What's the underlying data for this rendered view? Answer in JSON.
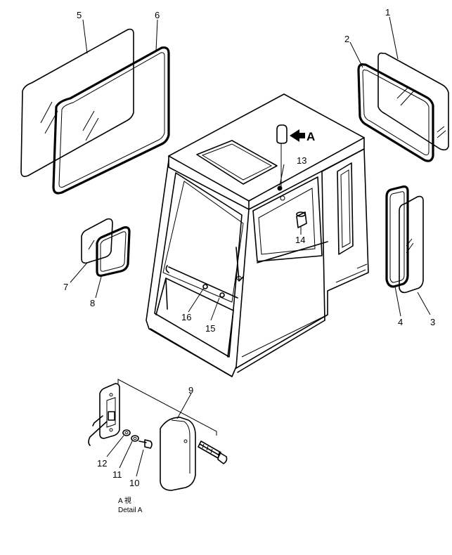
{
  "callouts": {
    "c1": "1",
    "c2": "2",
    "c3": "3",
    "c4": "4",
    "c5": "5",
    "c6": "6",
    "c7": "7",
    "c8": "8",
    "c9": "9",
    "c10": "10",
    "c11": "11",
    "c12": "12",
    "c13": "13",
    "c14": "14",
    "c15": "15",
    "c16": "16"
  },
  "view_marker": "A",
  "detail": {
    "top_line": "A 視",
    "caption": "Detail A"
  }
}
